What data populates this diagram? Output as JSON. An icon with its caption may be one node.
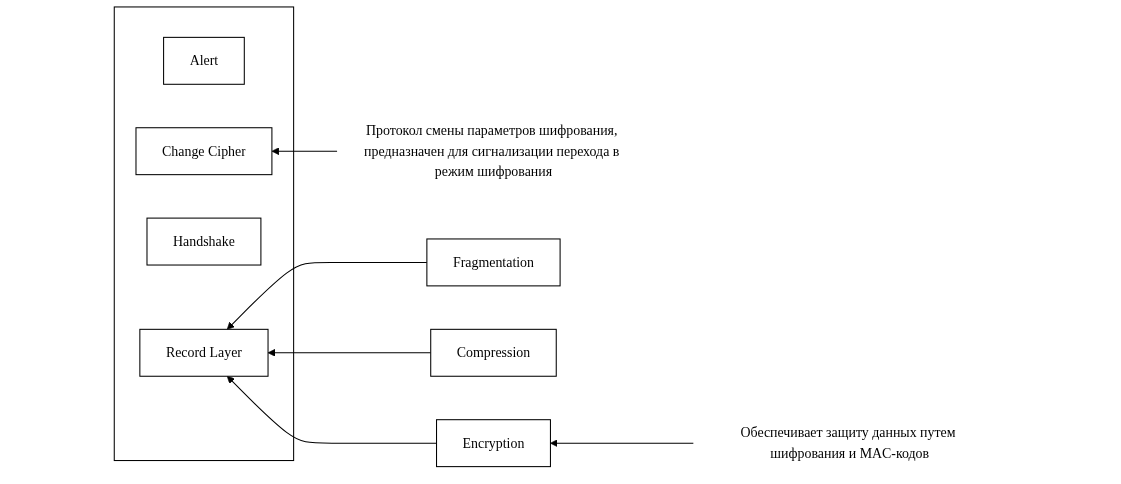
{
  "diagram": {
    "nodes": [
      {
        "text": [],
        "shape": "box"
      },
      {
        "text": [
          "Alert"
        ],
        "in": 0
      },
      {
        "text": [
          "Change Cipher"
        ],
        "in": 0
      },
      {
        "text": [
          "Handshake"
        ],
        "in": 0
      },
      {
        "text": [
          "Record Layer"
        ],
        "in": 0
      },
      {
        "text": [
          "Fragmentation"
        ]
      },
      {
        "text": [
          "Compression"
        ]
      },
      {
        "text": [
          "Encryption"
        ]
      },
      {
        "text": [
          "Протокол смены параметров шифрования, предназначен для сигнализации перехода в режим шифрования"
        ]
      },
      {
        "text": [
          "Обеспечивает защиту данных путем шифрования и MAC-кодов"
        ]
      }
    ],
    "edges": [
      {
        "from": 8,
        "to": 2,
        "arrow": "to"
      },
      {
        "from": 5,
        "to": 4,
        "arrow": "to"
      },
      {
        "from": 6,
        "to": 4,
        "arrow": "to"
      },
      {
        "from": 7,
        "to": 4,
        "arrow": "to"
      },
      {
        "from": 9,
        "to": 7,
        "arrow": "to"
      }
    ]
  }
}
